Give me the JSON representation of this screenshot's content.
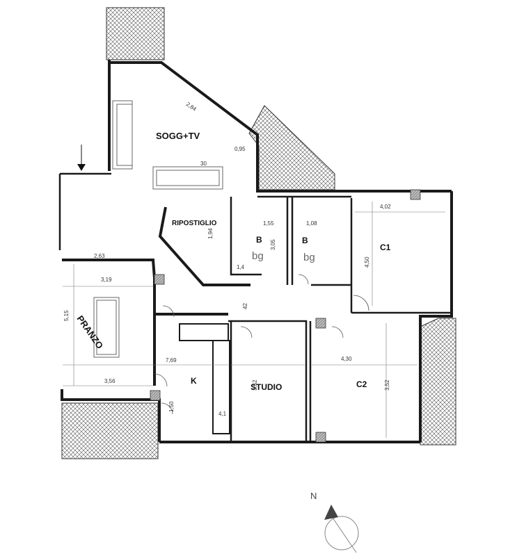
{
  "rooms": {
    "sogg_tv": "SOGG+TV",
    "ripostiglio": "RIPOSTIGLIO",
    "bath1": "B",
    "bath2": "B",
    "c1": "C1",
    "pranzo": "PRANZO",
    "k": "K",
    "studio": "STUDIO",
    "c2": "C2"
  },
  "fixtures": {
    "bg1": "bg",
    "bg2": "bg"
  },
  "dimensions": {
    "d_284": "2,84",
    "d_095": "0,95",
    "d_30": "30",
    "d_194": "1,94",
    "d_155": "1,55",
    "d_305": "3,05",
    "d_14": "1,4",
    "d_108": "1,08",
    "d_402": "4,02",
    "d_450": "4,50",
    "d_263": "2,63",
    "d_319": "3,19",
    "d_515": "5,15",
    "d_42": "42",
    "d_769": "7,69",
    "d_430": "4,30",
    "d_352a": "3,52",
    "d_352b": "3,52",
    "d_356": "3,56",
    "d_150": "1,50",
    "d_41": "4,1"
  },
  "compass": {
    "north": "N"
  },
  "colors": {
    "wall": "#1a1a1a",
    "hatch": "#555555",
    "thin": "#777777"
  }
}
